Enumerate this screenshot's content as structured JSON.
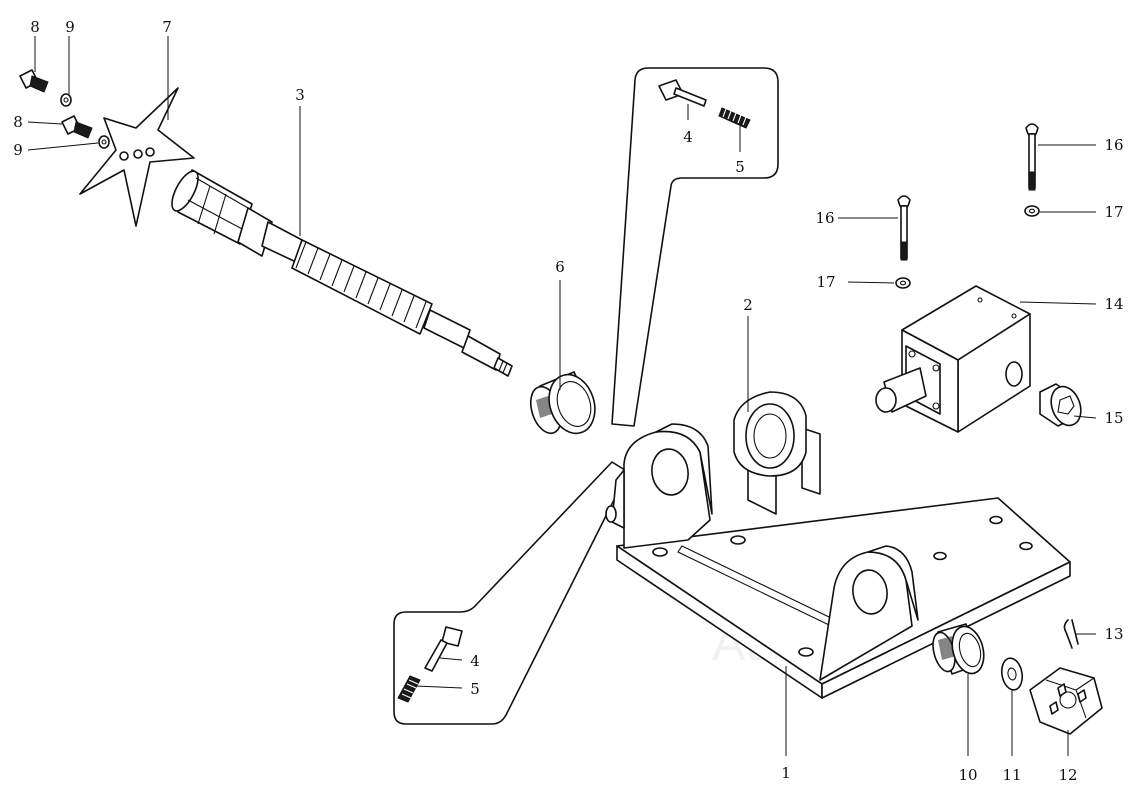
{
  "watermark": "AutoSoft",
  "callouts": {
    "p1": "1",
    "p2": "2",
    "p3": "3",
    "p4_top": "4",
    "p5_top": "5",
    "p4_bottom": "4",
    "p5_bottom": "5",
    "p6": "6",
    "p7": "7",
    "p8_a": "8",
    "p8_b": "8",
    "p9_a": "9",
    "p9_b": "9",
    "p10": "10",
    "p11": "11",
    "p12": "12",
    "p13": "13",
    "p14": "14",
    "p15": "15",
    "p16_a": "16",
    "p16_b": "16",
    "p17_a": "17",
    "p17_b": "17"
  }
}
